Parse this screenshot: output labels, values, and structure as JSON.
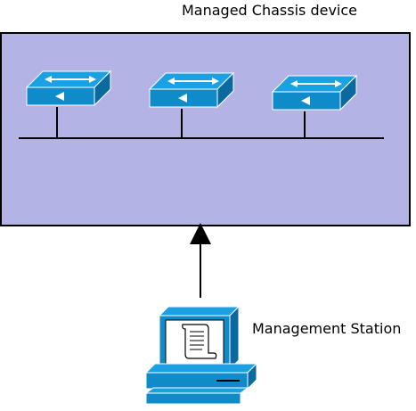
{
  "chassis": {
    "title": "Managed Chassis device",
    "fill": "#b3b3e6",
    "switch_count": 3
  },
  "station": {
    "title": "Management Station"
  },
  "colors": {
    "device_top": "#1ba1e2",
    "device_front": "#0e8bc8",
    "device_side": "#0a6aa0",
    "device_edge": "#ffffff"
  },
  "icons": [
    "switch-icon",
    "workstation-icon",
    "document-icon",
    "arrow-up-icon"
  ]
}
